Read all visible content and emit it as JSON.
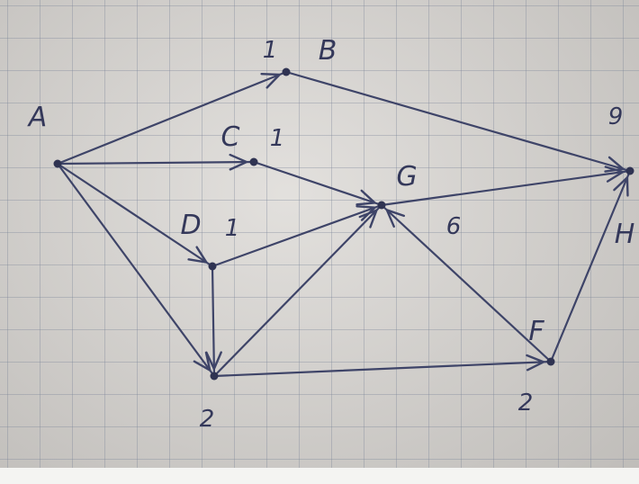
{
  "graph": {
    "nodes": [
      {
        "id": "A",
        "label": "A",
        "weight": ""
      },
      {
        "id": "B",
        "label": "B",
        "weight": "1"
      },
      {
        "id": "C",
        "label": "C",
        "weight": "1"
      },
      {
        "id": "D",
        "label": "D",
        "weight": "1"
      },
      {
        "id": "E",
        "label": "",
        "weight": "2"
      },
      {
        "id": "F",
        "label": "F",
        "weight": "2"
      },
      {
        "id": "G",
        "label": "G",
        "weight": "6"
      },
      {
        "id": "H",
        "label": "H",
        "weight": "9"
      }
    ],
    "edges": [
      {
        "from": "A",
        "to": "B"
      },
      {
        "from": "A",
        "to": "C"
      },
      {
        "from": "A",
        "to": "D"
      },
      {
        "from": "A",
        "to": "E"
      },
      {
        "from": "B",
        "to": "H"
      },
      {
        "from": "C",
        "to": "G"
      },
      {
        "from": "D",
        "to": "G"
      },
      {
        "from": "D",
        "to": "E"
      },
      {
        "from": "E",
        "to": "G"
      },
      {
        "from": "E",
        "to": "F"
      },
      {
        "from": "F",
        "to": "G"
      },
      {
        "from": "G",
        "to": "H"
      },
      {
        "from": "F",
        "to": "H"
      }
    ]
  },
  "colors": {
    "ink": "#3e4468",
    "paper": "#d9d6d2",
    "grid": "#7a8296"
  }
}
